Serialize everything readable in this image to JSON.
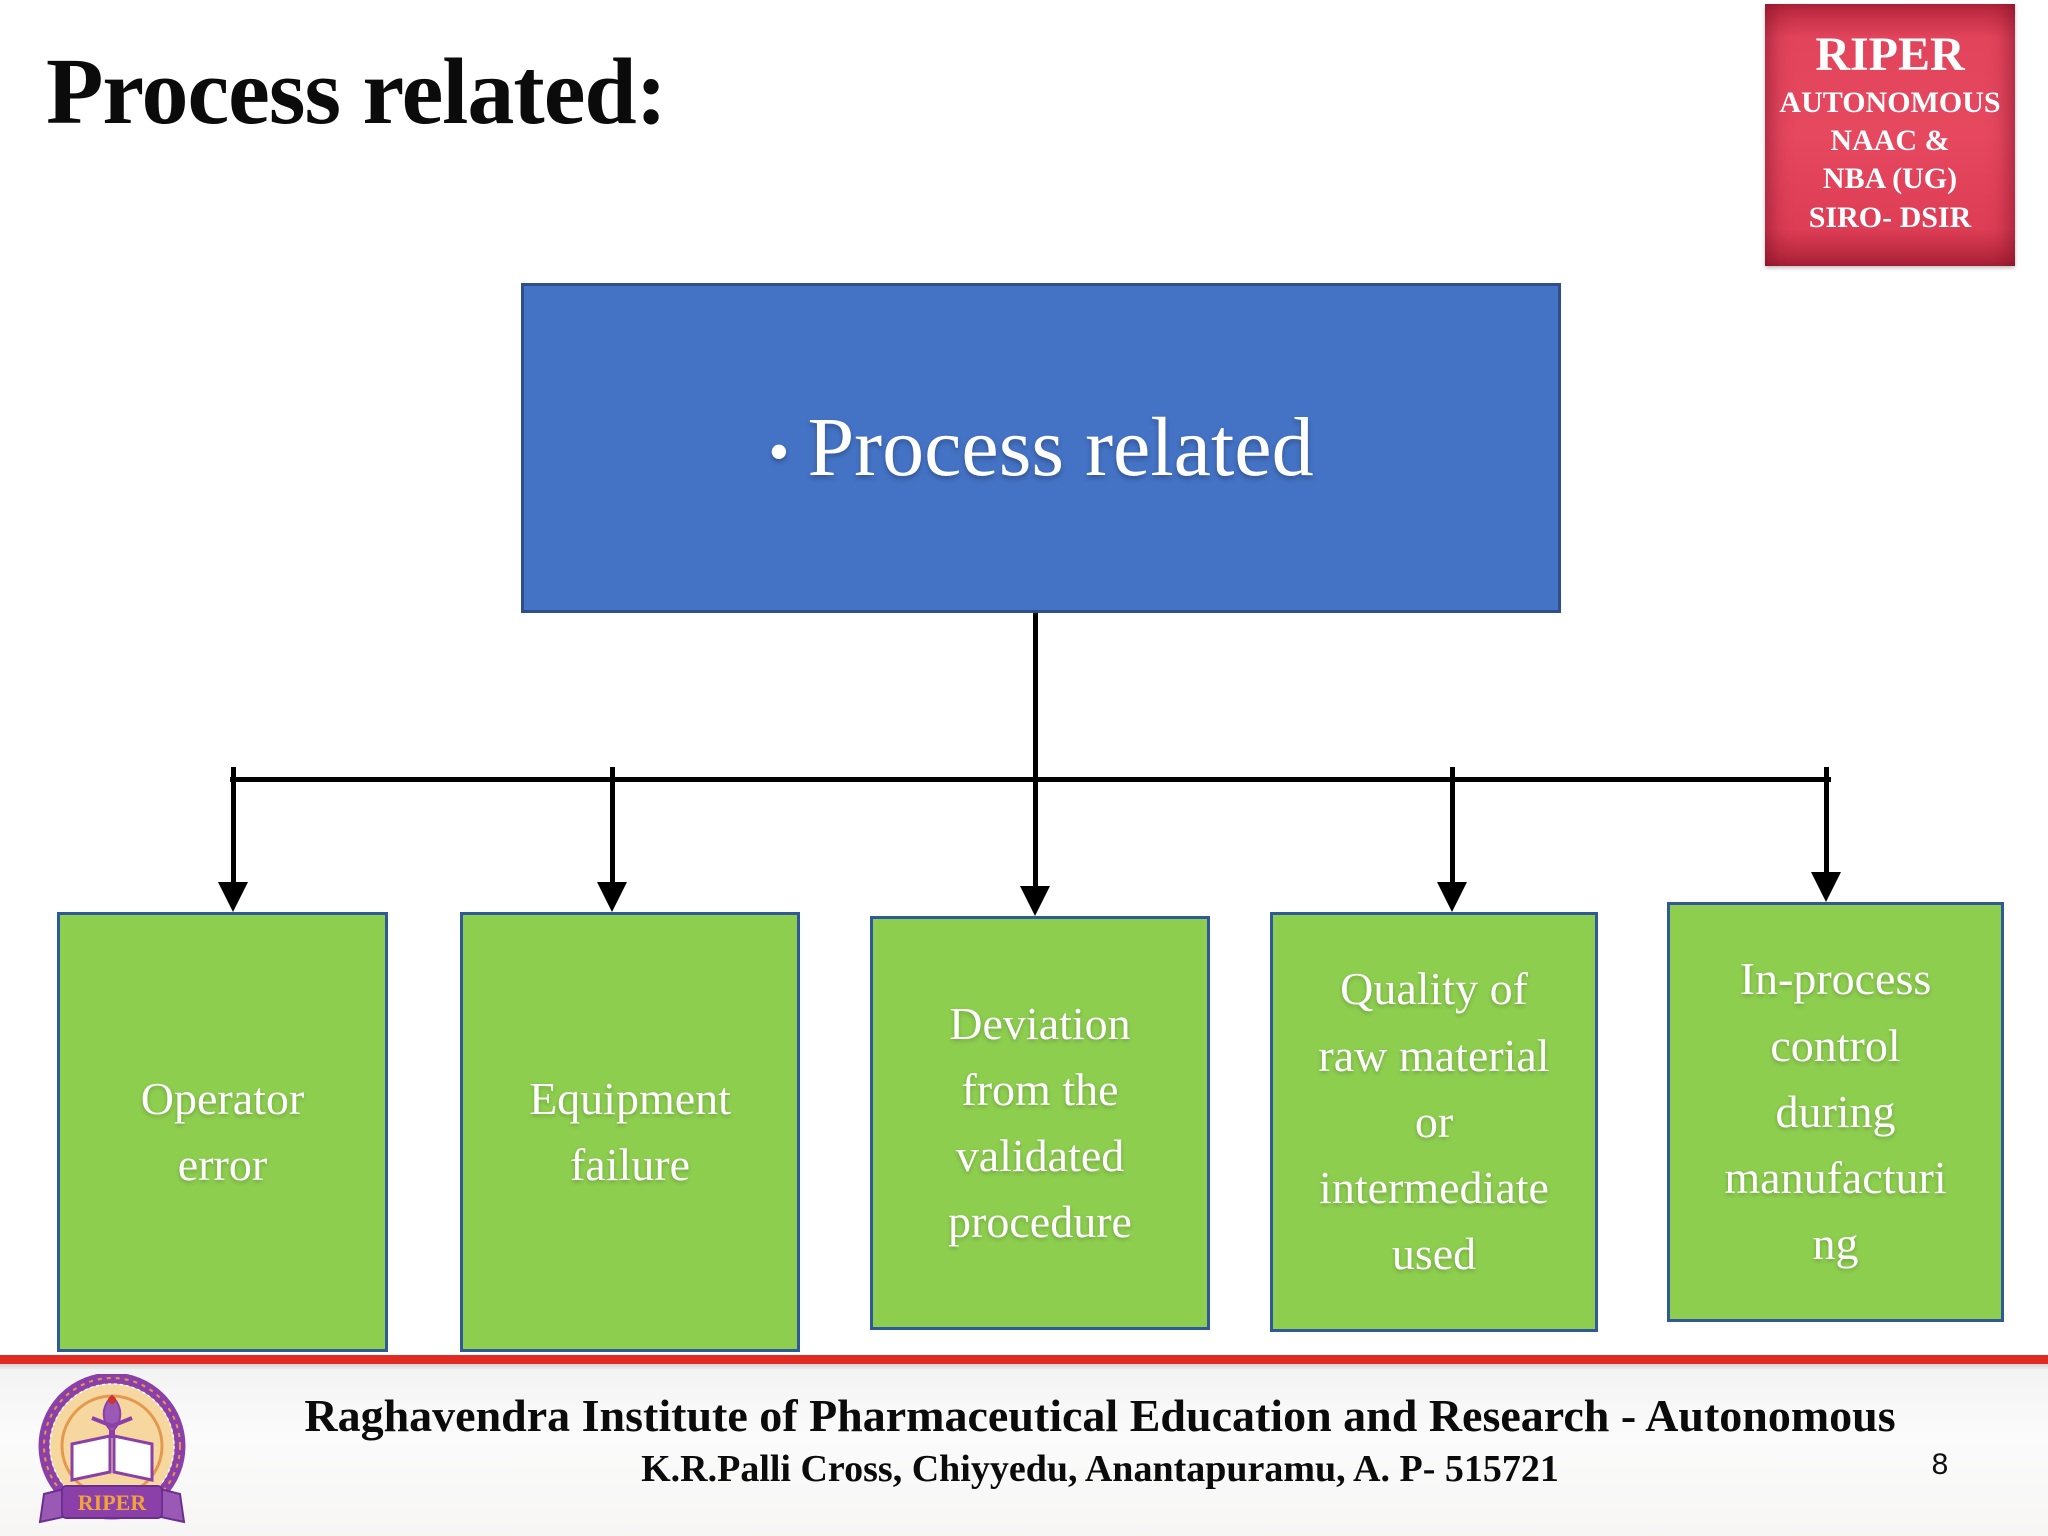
{
  "slide": {
    "title": "Process related:",
    "page_number": "8"
  },
  "badge": {
    "bg_color": "#E2445B",
    "lines": [
      "RIPER",
      "AUTONOMOUS",
      "NAAC &",
      "NBA (UG)",
      "SIRO- DSIR"
    ]
  },
  "diagram": {
    "root": {
      "bullet": "•",
      "label": "Process related"
    },
    "children": [
      {
        "label": "Operator\nerror"
      },
      {
        "label": "Equipment\nfailure"
      },
      {
        "label": "Deviation\nfrom the\nvalidated\nprocedure"
      },
      {
        "label": "Quality of\nraw material\nor\nintermediate\nused"
      },
      {
        "label": "In-process\ncontrol\nduring\nmanufacturi\nng"
      }
    ],
    "colors": {
      "root_fill": "#4472C4",
      "root_border": "#2E4E8E",
      "child_fill": "#8DCE4F",
      "child_border": "#2E5B97",
      "connector": "#000000"
    }
  },
  "footer": {
    "accent_line_color": "#E02B22",
    "logo_text": "RIPER",
    "institute": "Raghavendra Institute of Pharmaceutical Education and Research - Autonomous",
    "address": "K.R.Palli Cross, Chiyyedu, Anantapuramu, A. P- 515721"
  }
}
